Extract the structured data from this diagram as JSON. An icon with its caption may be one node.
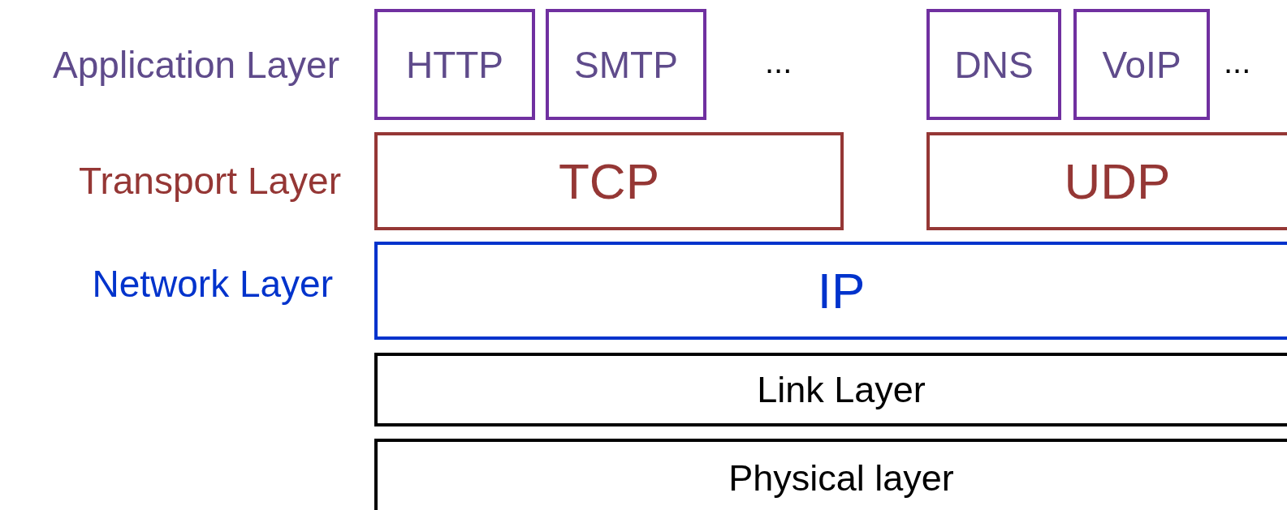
{
  "diagram": {
    "nodes": [
      {
        "text": [
          "HTTP"
        ]
      },
      {
        "text": [
          "SMTP"
        ]
      },
      {
        "text": [
          "DNS"
        ]
      },
      {
        "text": [
          "VoIP"
        ]
      },
      {
        "text": [
          "TCP"
        ]
      },
      {
        "text": [
          "UDP"
        ]
      },
      {
        "text": [
          "IP"
        ]
      },
      {
        "text": [
          "Link Layer"
        ]
      },
      {
        "text": [
          "Physical layer"
        ]
      }
    ],
    "edges": [],
    "labels": [
      "Application Layer",
      "...",
      "...",
      "Transport Layer",
      "Network Layer"
    ]
  }
}
